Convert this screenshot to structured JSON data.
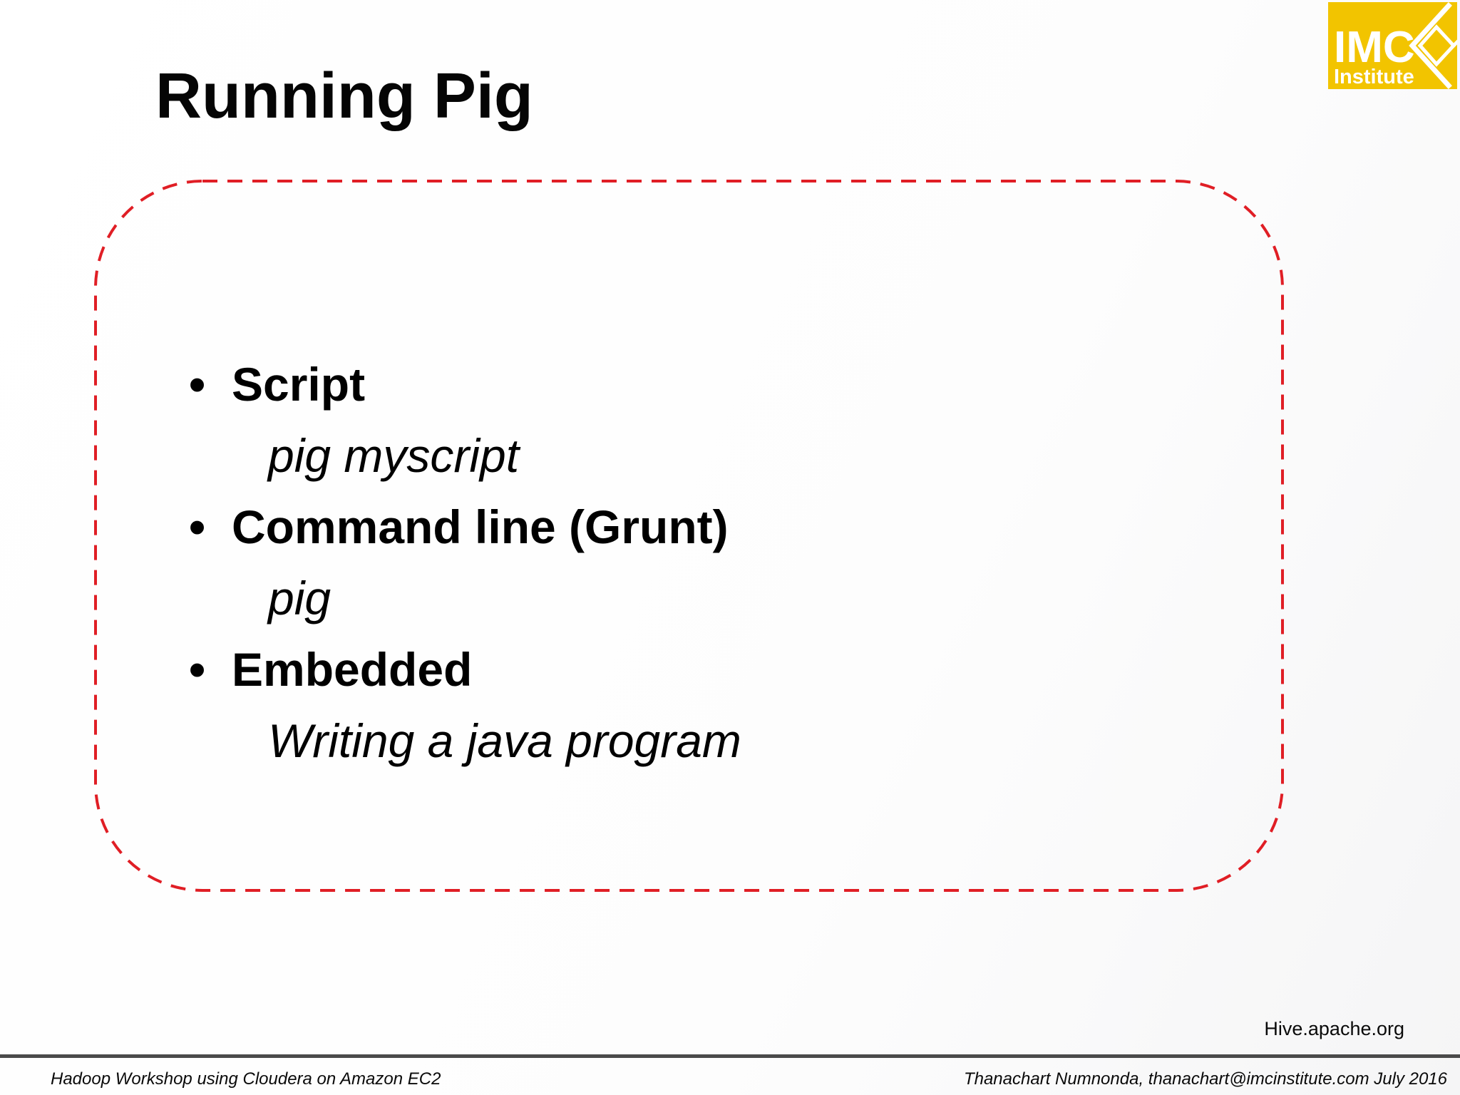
{
  "slide": {
    "title": "Running Pig",
    "bullet_glyph": "•",
    "bullets": [
      {
        "label": "Script",
        "detail": "pig myscript"
      },
      {
        "label": "Command line (Grunt)",
        "detail": "pig"
      },
      {
        "label": "Embedded",
        "detail": "Writing a java program"
      }
    ],
    "source_link": "Hive.apache.org"
  },
  "logo": {
    "brand": "IMC",
    "subtitle": "Institute",
    "bg_color": "#F2C400",
    "fg_color": "#FFFFFF"
  },
  "footer": {
    "left": "Hadoop Workshop using Cloudera on Amazon EC2",
    "right": "Thanachart Numnonda,  thanachart@imcinstitute.com  July 2016"
  },
  "colors": {
    "dashed_border": "#E01E25",
    "footer_rule": "#4A4A4A",
    "text": "#000000"
  }
}
